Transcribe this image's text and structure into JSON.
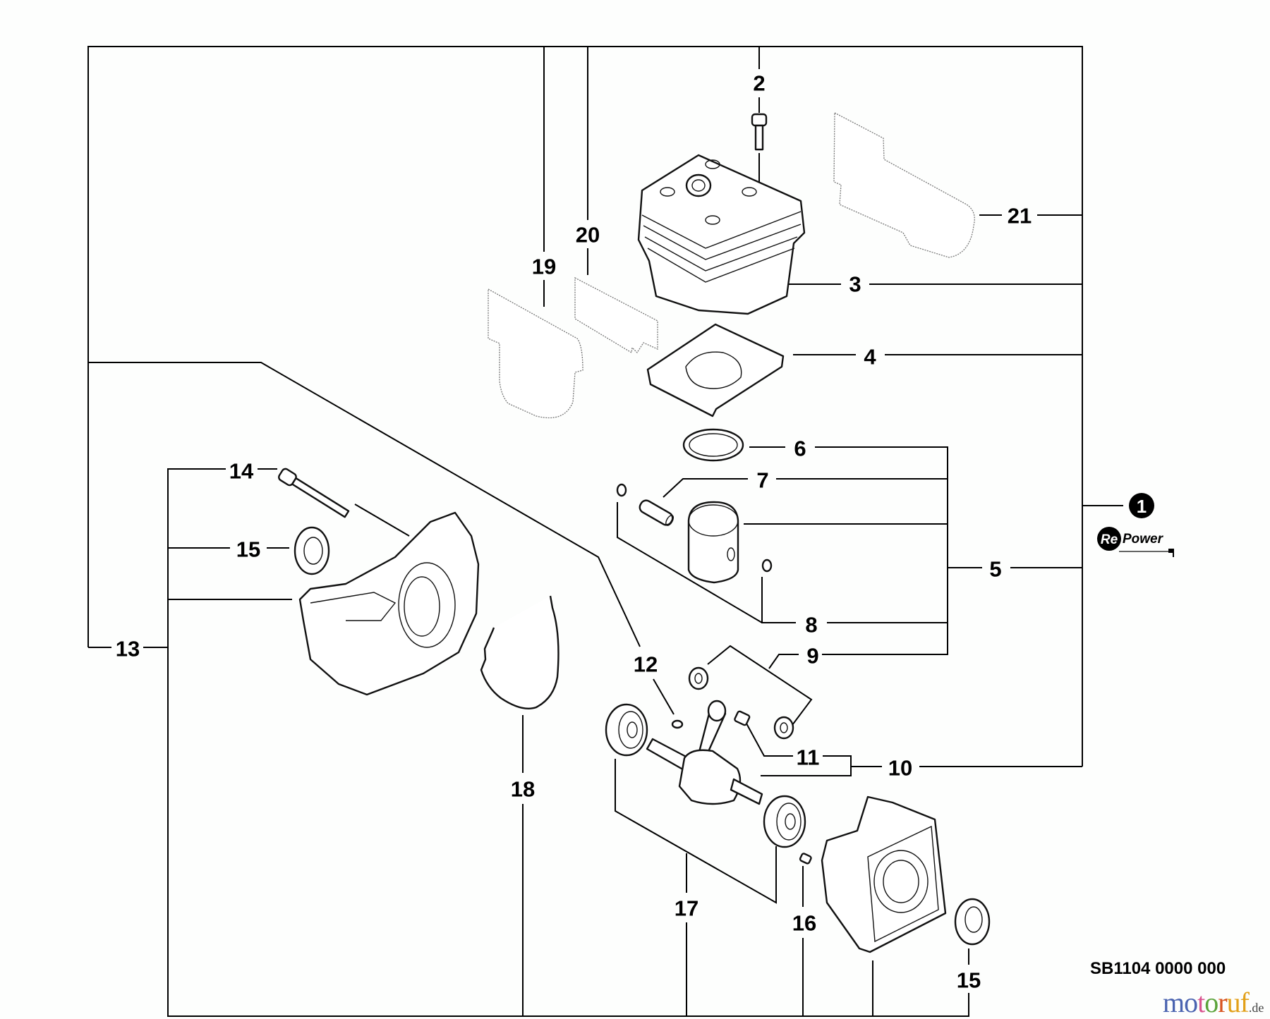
{
  "diagram": {
    "title": "Engine parts exploded view",
    "drawing_code": "SB1104 0000 000",
    "kit_marker": {
      "number": "1",
      "brand": "RePower",
      "brand_prefix": "Re",
      "brand_suffix": "Power"
    },
    "callouts": [
      {
        "id": "2",
        "part": "cylinder bolt"
      },
      {
        "id": "3",
        "part": "cylinder"
      },
      {
        "id": "4",
        "part": "cylinder gasket"
      },
      {
        "id": "5",
        "part": "piston assembly"
      },
      {
        "id": "6",
        "part": "piston ring"
      },
      {
        "id": "7",
        "part": "piston pin"
      },
      {
        "id": "8",
        "part": "circlip"
      },
      {
        "id": "9",
        "part": "thrust washer"
      },
      {
        "id": "10",
        "part": "crankshaft assembly"
      },
      {
        "id": "11",
        "part": "needle bearing"
      },
      {
        "id": "12",
        "part": "woodruff key"
      },
      {
        "id": "13",
        "part": "crankcase assembly"
      },
      {
        "id": "14",
        "part": "crankcase bolt"
      },
      {
        "id": "15",
        "part": "oil seal"
      },
      {
        "id": "15b",
        "label": "15",
        "part": "oil seal (clutch side)"
      },
      {
        "id": "16",
        "part": "dowel pin"
      },
      {
        "id": "17",
        "part": "ball bearing"
      },
      {
        "id": "18",
        "part": "crankcase gasket"
      },
      {
        "id": "19",
        "part": "insulator gasket"
      },
      {
        "id": "20",
        "part": "intake gasket"
      },
      {
        "id": "21",
        "part": "muffler gasket"
      }
    ]
  },
  "watermark": {
    "letters": [
      {
        "ch": "m",
        "color": "#4a63b0"
      },
      {
        "ch": "o",
        "color": "#4a63b0"
      },
      {
        "ch": "t",
        "color": "#d9538f"
      },
      {
        "ch": "o",
        "color": "#5aa33a"
      },
      {
        "ch": "r",
        "color": "#d8531f"
      },
      {
        "ch": "u",
        "color": "#e2a019"
      },
      {
        "ch": "f",
        "color": "#e2a019"
      }
    ],
    "tld": ".de"
  }
}
